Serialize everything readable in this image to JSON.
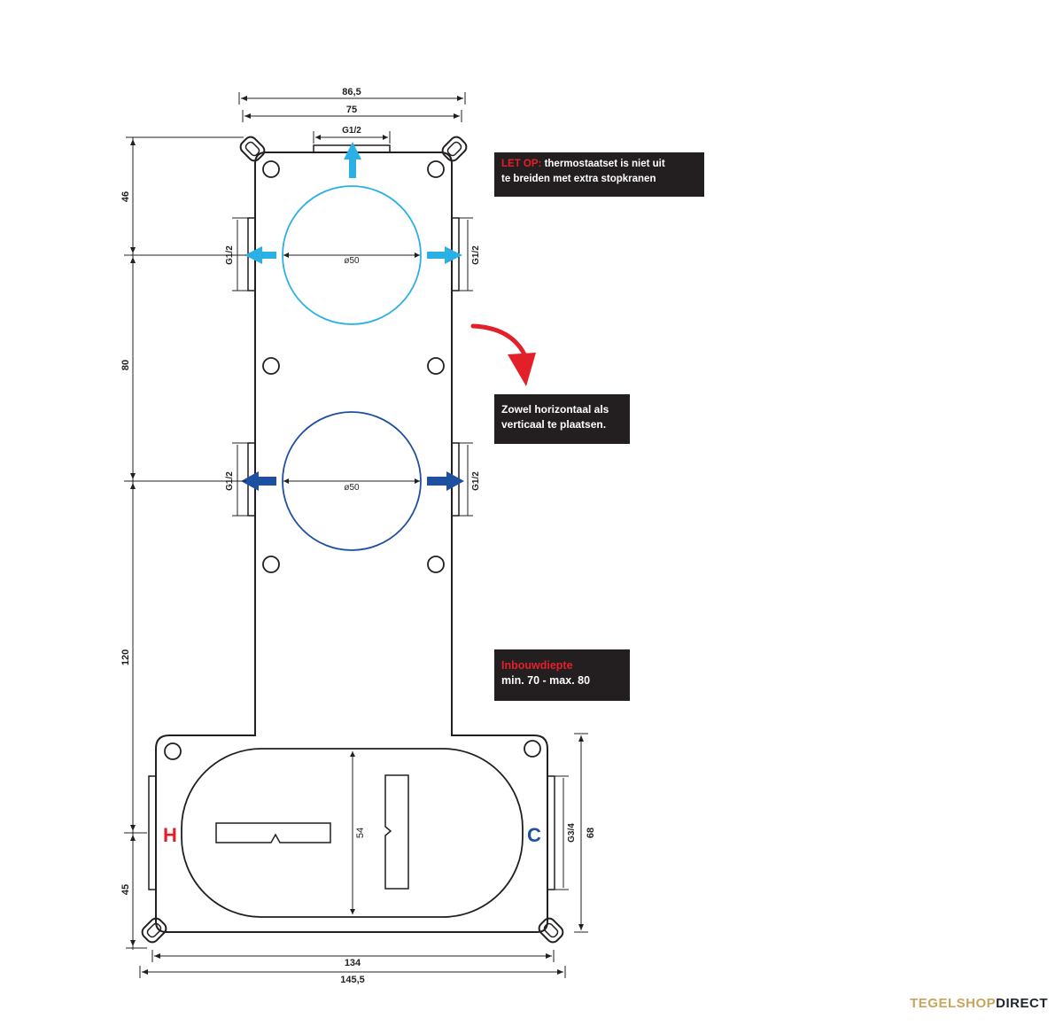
{
  "dimensions": {
    "top_width_outer": "86,5",
    "top_width_inner": "75",
    "top_connection": "G1/2",
    "side_connection_upper_left": "G1/2",
    "side_connection_upper_right": "G1/2",
    "side_connection_lower_left": "G1/2",
    "side_connection_lower_right": "G1/2",
    "circle_upper_diameter": "ø50",
    "circle_lower_diameter": "ø50",
    "height_top": "46",
    "height_middle": "80",
    "height_lower": "120",
    "height_bottom": "45",
    "body_height_inner": "54",
    "bottom_connection": "G3/4",
    "bottom_height": "68",
    "bottom_width_inner": "134",
    "bottom_width_outer": "145,5"
  },
  "labels": {
    "hot": "H",
    "cold": "C"
  },
  "notes": {
    "warning_prefix": "LET OP:",
    "warning_line1": "thermostaatset is niet uit",
    "warning_line2": "te breiden met extra stopkranen",
    "orientation_line1": "Zowel horizontaal als",
    "orientation_line2": "verticaal te plaatsen.",
    "depth_title": "Inbouwdiepte",
    "depth_value": "min. 70 - max. 80"
  },
  "logo": {
    "part1": "TEGELSHOP",
    "part2": "DIRECT"
  },
  "colors": {
    "light_blue": "#2ab0e4",
    "dark_blue": "#1f4fa0",
    "hot_red": "#e3202a",
    "cold_blue": "#1f4fa0",
    "arrow_red": "#e3202a",
    "note_bg": "#231f20",
    "logo_gold": "#c9a55c",
    "logo_dark": "#1e2430"
  }
}
